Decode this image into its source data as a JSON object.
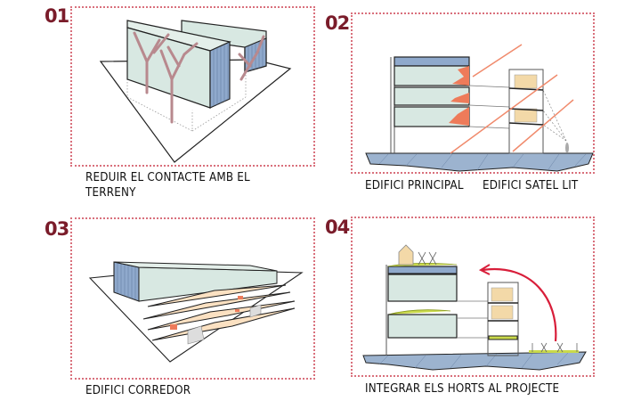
{
  "colors": {
    "number": "#7a1c2a",
    "frame_border": "#d9707c",
    "glass": "#d8e8e2",
    "facade_blue": "#8fa9cc",
    "tree": "#b8898e",
    "sun_ray": "#f08a6c",
    "shadow_patch": "#ee7b5a",
    "louver": "#f3d9a8",
    "floor_slab": "#fbe1c2",
    "garden_green": "#c9d94a",
    "arrow_red": "#d81e3a",
    "ground_blue": "#9cb3cf"
  },
  "panels": [
    {
      "number": "01",
      "caption_line1": "REDUIR EL CONTACTE AMB EL",
      "caption_line2": "TERRENY",
      "drawing": "axonometric-two-raised-blocks-with-trees"
    },
    {
      "number": "02",
      "caption_left": "EDIFICI PRINCIPAL",
      "caption_right": "EDIFICI SATEL LIT",
      "drawing": "section-main-and-satellite-building-sun-rays"
    },
    {
      "number": "03",
      "caption_line1": "EDIFICI CORREDOR",
      "drawing": "axonometric-corridor-building-stacked-slabs"
    },
    {
      "number": "04",
      "caption_line1": "INTEGRAR ELS HORTS AL PROJECTE",
      "drawing": "section-rooftop-gardens-arrow"
    }
  ]
}
